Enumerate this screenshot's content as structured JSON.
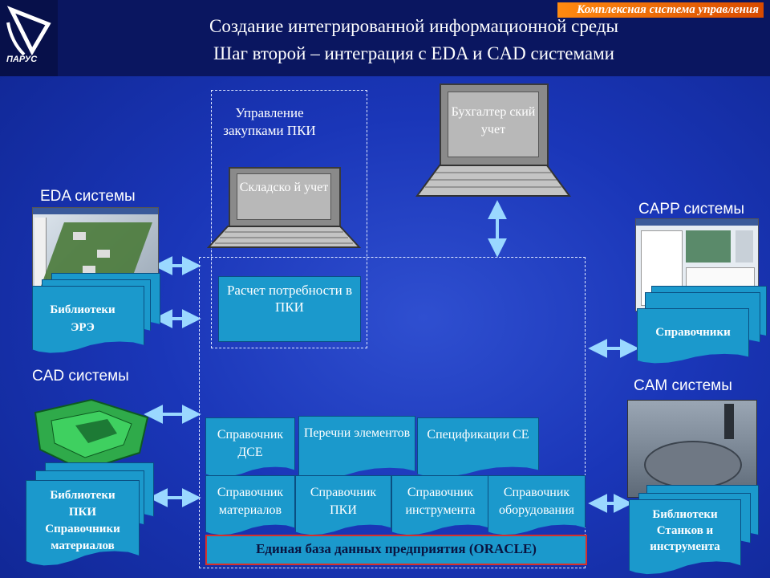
{
  "header": {
    "brand": "Комплексная система управления",
    "title_line1": "Создание интегрированной информационной среды",
    "title_line2": "Шаг второй – интеграция с EDA и CAD системами",
    "logo_text": "ПАРУС"
  },
  "left": {
    "eda_title": "EDA системы",
    "eda_lib": "Библиотеки ЭРЭ",
    "cad_title": "CAD системы",
    "cad_lib_lines": [
      "Библиотеки",
      "ПКИ",
      "Справочники",
      "материалов"
    ]
  },
  "right": {
    "capp_title": "CAPP системы",
    "capp_doc": "Справочники",
    "cam_title": "CAM системы",
    "cam_lib_lines": [
      "Библиотеки",
      "Станков и",
      "инструмента"
    ]
  },
  "center": {
    "purchasing": "Управление закупками ПКИ",
    "warehouse": "Складско й учет",
    "accounting": "Бухгалтер ский учет",
    "calc": "Расчет потребности в ПКИ",
    "db_label": "Единая база данных предприятия (ORACLE)",
    "docs_top": [
      {
        "text": "Справочник ДСЕ"
      },
      {
        "text": "Перечни элементов"
      },
      {
        "text": "Спецификации СЕ"
      }
    ],
    "docs_bottom": [
      {
        "text": "Справочник материалов"
      },
      {
        "text": "Справочник ПКИ"
      },
      {
        "text": "Справочник инструмента"
      },
      {
        "text": "Справочник оборудования"
      }
    ]
  },
  "colors": {
    "accent": "#1b99cc",
    "header": "#0a1660",
    "brand": "#ff8a10",
    "arrow": "#9ad8ff"
  }
}
